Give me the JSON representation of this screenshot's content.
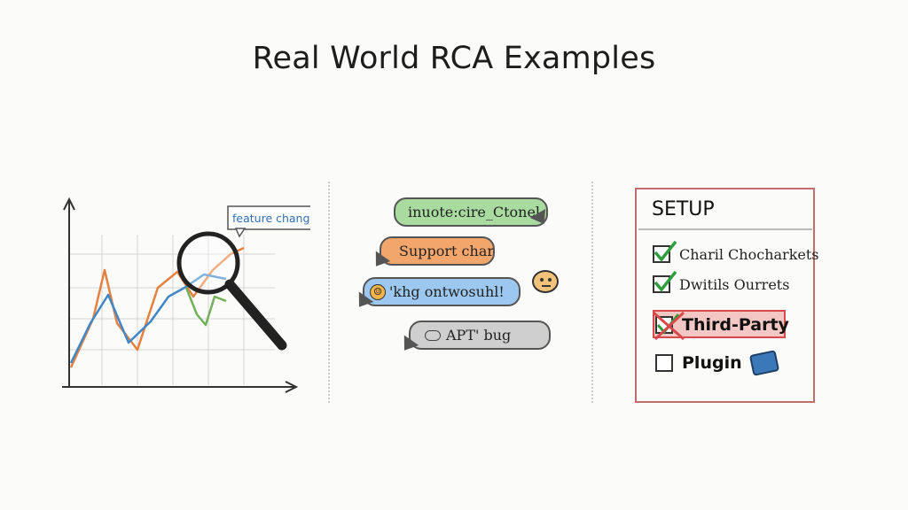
{
  "title": "Real World RCA Examples",
  "panels": {
    "chart": {
      "callout_label": "feature change",
      "colors": {
        "blue": "#3f87c9",
        "orange": "#e5813f",
        "green": "#73b05a",
        "axis": "#333333",
        "grid": "#cfcfcf"
      }
    },
    "chat": {
      "bubbles": [
        {
          "text": "inuote:cire_Ctonel",
          "color": "#a9dba1"
        },
        {
          "text": "Support chart",
          "color": "#f2a66c"
        },
        {
          "text": "'khg ontwosuhl!",
          "color": "#9cc7ee"
        },
        {
          "text": "APT' bug",
          "color": "#cfcfcf"
        }
      ]
    },
    "checklist": {
      "title": "SETUP",
      "items": [
        {
          "label": "Charil Chocharkets",
          "checked": true
        },
        {
          "label": "Dwitils Ourrets",
          "checked": true
        },
        {
          "label": "Third-Party",
          "checked": true,
          "flagged": true
        },
        {
          "label": "Plugin",
          "checked": false
        }
      ],
      "colors": {
        "check": "#2e9e3c",
        "flag": "#d84a4a"
      }
    }
  }
}
